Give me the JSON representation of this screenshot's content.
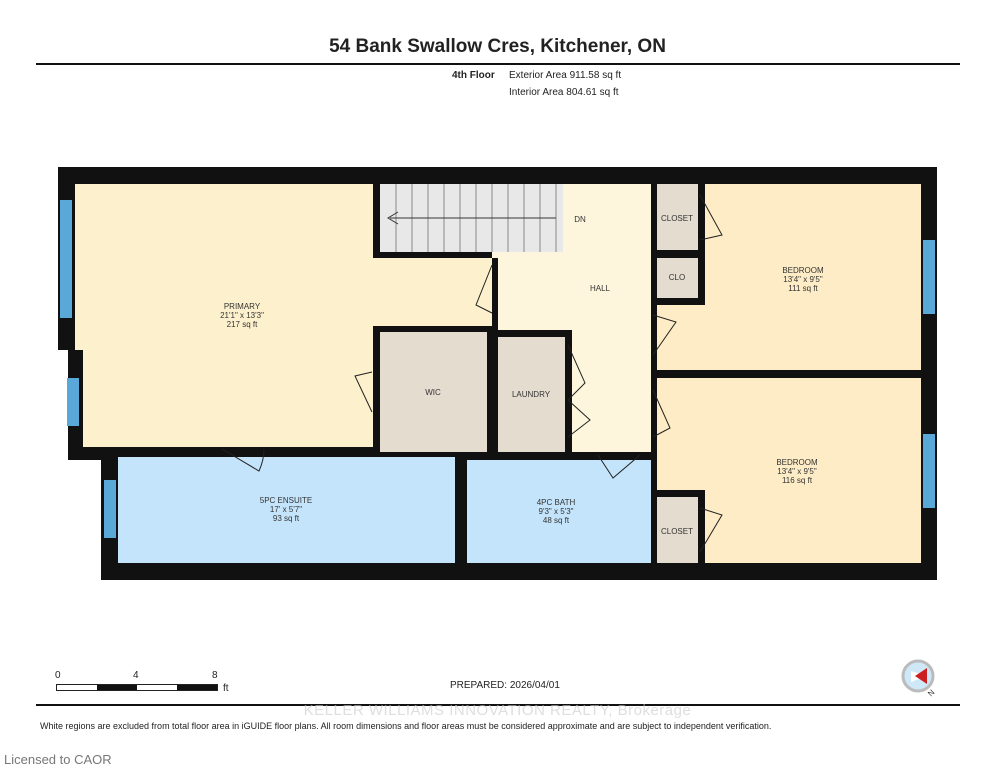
{
  "header": {
    "title": "54 Bank Swallow Cres, Kitchener, ON",
    "floor": "4th Floor",
    "exterior_area": "Exterior Area 911.58 sq ft",
    "interior_area": "Interior Area 804.61 sq ft"
  },
  "rooms": {
    "primary": {
      "name": "PRIMARY",
      "dims": "21'1\" x 13'3\"",
      "area": "217 sq ft"
    },
    "hall": {
      "name": "HALL"
    },
    "stairs": {
      "label": "DN"
    },
    "wic": {
      "name": "WIC"
    },
    "laundry": {
      "name": "LAUNDRY"
    },
    "closet_top": {
      "name": "CLOSET"
    },
    "clo": {
      "name": "CLO"
    },
    "bedroom1": {
      "name": "BEDROOM",
      "dims": "13'4\" x 9'5\"",
      "area": "111 sq ft"
    },
    "bedroom2": {
      "name": "BEDROOM",
      "dims": "13'4\" x 9'5\"",
      "area": "116 sq ft"
    },
    "closet_bottom": {
      "name": "CLOSET"
    },
    "ensuite": {
      "name": "5PC ENSUITE",
      "dims": "17' x 5'7\"",
      "area": "93 sq ft"
    },
    "bath": {
      "name": "4PC BATH",
      "dims": "9'3\" x 5'3\"",
      "area": "48 sq ft"
    }
  },
  "colors": {
    "wall": "#111111",
    "primary": "#fdf0cd",
    "hall": "#fdf6dd",
    "storage": "#e4dccf",
    "bath": "#c4e4fb",
    "bedroom": "#fdecc6",
    "window": "#5aa8d8"
  },
  "scale": {
    "t0": "0",
    "t4": "4",
    "t8": "8",
    "unit": "ft"
  },
  "footer": {
    "prepared": "PREPARED: 2026/04/01",
    "watermark": "KELLER WILLIAMS INNOVATION REALTY, Brokerage",
    "disclaimer": "White regions are excluded from total floor area in iGUIDE floor plans. All room dimensions and floor areas must be considered approximate and are subject to independent verification.",
    "license": "Licensed to CAOR",
    "compass": "N"
  }
}
